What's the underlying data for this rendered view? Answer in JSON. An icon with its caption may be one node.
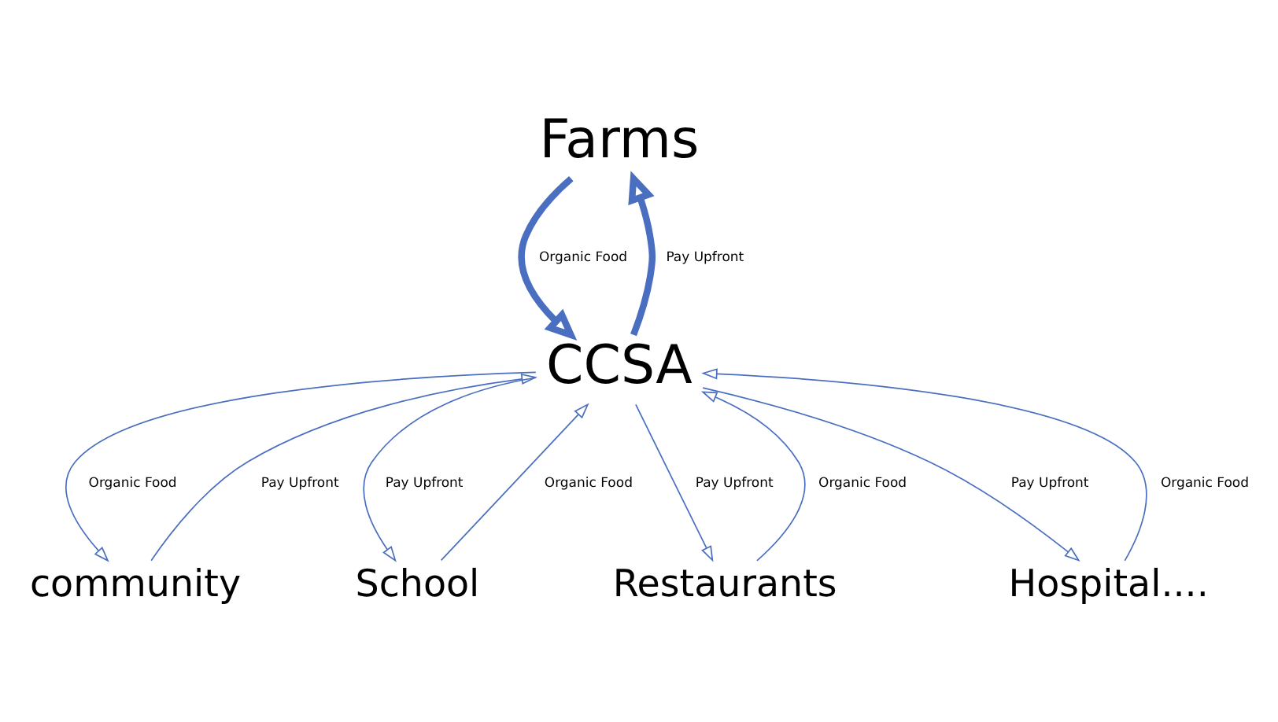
{
  "diagram": {
    "nodes": [
      {
        "text": [
          "Farms"
        ]
      },
      {
        "text": [
          "CCSA"
        ]
      },
      {
        "text": [
          "community"
        ]
      },
      {
        "text": [
          "School"
        ]
      },
      {
        "text": [
          "Restaurants"
        ]
      },
      {
        "text": [
          "Hospital...."
        ]
      }
    ],
    "edges": [
      {
        "from": 1,
        "to": 0,
        "arrow": "to",
        "label": "Pay Upfront",
        "style": "thick"
      },
      {
        "from": 0,
        "to": 1,
        "arrow": "to",
        "label": "Organic Food",
        "style": "thick"
      },
      {
        "from": 2,
        "to": 1,
        "arrow": "to",
        "label": "Pay Upfront"
      },
      {
        "from": 1,
        "to": 2,
        "arrow": "to",
        "label": "Organic Food"
      },
      {
        "from": 1,
        "to": 3,
        "arrow": "to",
        "label": "Pay Upfront"
      },
      {
        "from": 3,
        "to": 1,
        "arrow": "to",
        "label": "Organic Food"
      },
      {
        "from": 1,
        "to": 4,
        "arrow": "to",
        "label": "Pay Upfront"
      },
      {
        "from": 4,
        "to": 1,
        "arrow": "to",
        "label": "Organic Food"
      },
      {
        "from": 5,
        "to": 1,
        "arrow": "to",
        "label": "Organic Food"
      },
      {
        "from": 1,
        "to": 5,
        "arrow": "to",
        "label": "Pay Upfront"
      }
    ]
  }
}
